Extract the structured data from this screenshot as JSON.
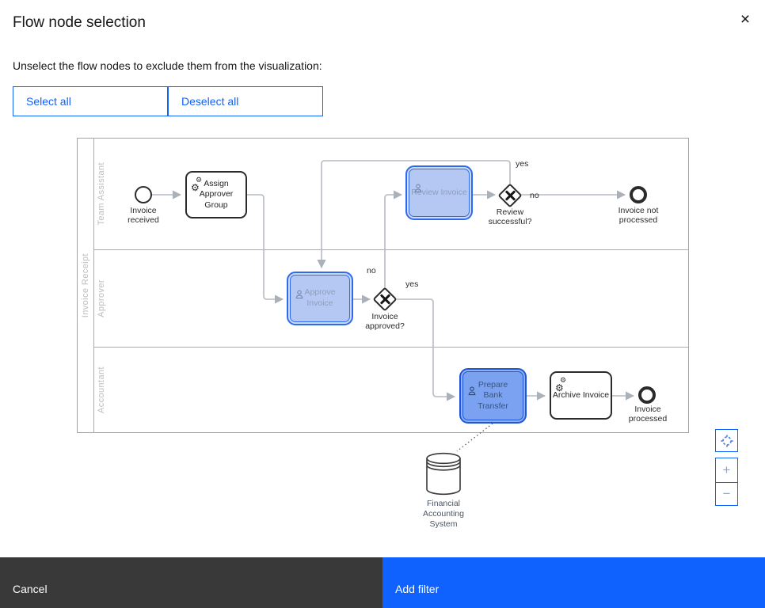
{
  "modal": {
    "title": "Flow node selection",
    "close_icon": "×",
    "description": "Unselect the flow nodes to exclude them from the visualization:",
    "buttons": {
      "select_all": "Select all",
      "deselect_all": "Deselect all",
      "cancel": "Cancel",
      "add_filter": "Add filter"
    }
  },
  "colors": {
    "accent": "#0f62fe",
    "cancel_button_bg": "#393939",
    "selected_task_fill": "#b5c8f3",
    "selected_task_stroke": "#2e6af0",
    "active_task_fill": "#7aa2f0",
    "active_task_stroke": "#1d56dd",
    "flow_line": "#b6bcc4",
    "node_stroke": "#2b2b2b"
  },
  "icons": {
    "service_task": "⚙",
    "zoom_in": "+",
    "zoom_out": "−"
  },
  "diagram": {
    "pool_label": "Invoice Receipt",
    "lanes": [
      {
        "label": "Team Assistant"
      },
      {
        "label": "Approver"
      },
      {
        "label": "Accountant"
      }
    ],
    "nodes": [
      {
        "type": "start-event",
        "label": "Invoice\nreceived",
        "selected": false
      },
      {
        "type": "service-task",
        "label": "Assign\nApprover Group",
        "selected": false
      },
      {
        "type": "user-task",
        "label": "Review Invoice",
        "selected": true
      },
      {
        "type": "exclusive-gateway",
        "label": "Review\nsuccessful?",
        "selected": false
      },
      {
        "type": "end-event",
        "label": "Invoice not\nprocessed",
        "selected": false
      },
      {
        "type": "user-task",
        "label": "Approve\nInvoice",
        "selected": true
      },
      {
        "type": "exclusive-gateway",
        "label": "Invoice\napproved?",
        "selected": false
      },
      {
        "type": "user-task",
        "label": "Prepare\nBank\nTransfer",
        "selected": true
      },
      {
        "type": "service-task",
        "label": "Archive Invoice",
        "selected": false
      },
      {
        "type": "end-event",
        "label": "Invoice\nprocessed",
        "selected": false
      },
      {
        "type": "data-store",
        "label": "Financial\nAccounting\nSystem",
        "selected": false
      }
    ],
    "flow_labels": [
      {
        "text": "yes"
      },
      {
        "text": "no"
      },
      {
        "text": "no"
      },
      {
        "text": "yes"
      }
    ]
  }
}
